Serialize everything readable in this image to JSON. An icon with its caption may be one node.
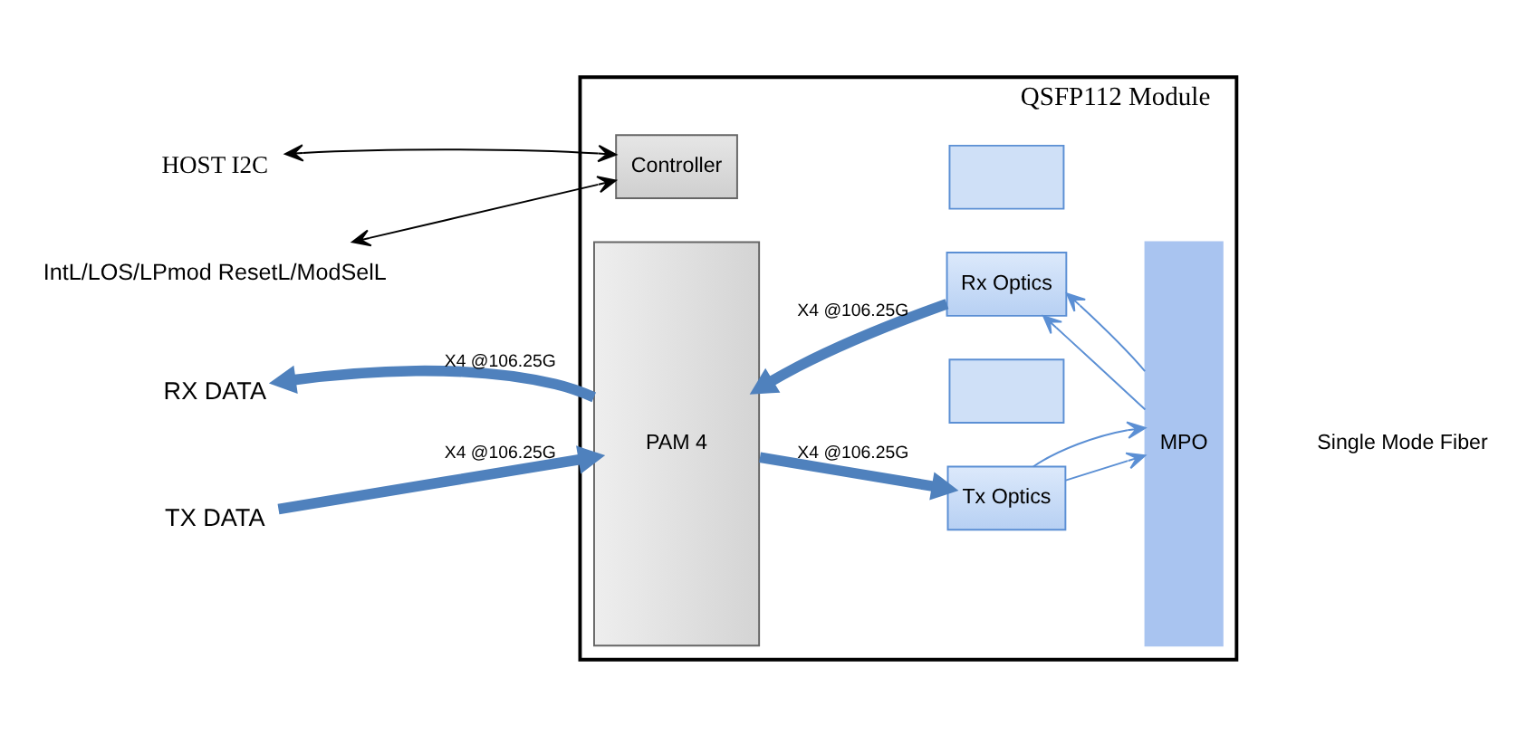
{
  "diagram": {
    "nodes": [
      {
        "text": [
          "QSFP112 Module"
        ]
      },
      {
        "text": [
          "HOST I2C"
        ]
      },
      {
        "text": [
          "IntL/LOS/LPmod ResetL/ModSelL"
        ]
      },
      {
        "text": [
          "Controller"
        ],
        "in": 0
      },
      {
        "text": [
          "PAM 4"
        ],
        "in": 0
      },
      {
        "text": [],
        "shape": "box",
        "in": 0
      },
      {
        "text": [
          "Rx Optics"
        ],
        "in": 0
      },
      {
        "text": [],
        "shape": "box",
        "in": 0
      },
      {
        "text": [
          "Tx Optics"
        ],
        "in": 0
      },
      {
        "text": [
          "MPO"
        ],
        "in": 0
      },
      {
        "text": [
          "RX DATA"
        ]
      },
      {
        "text": [
          "TX DATA"
        ]
      }
    ],
    "edges": [
      {
        "from": 1,
        "to": 3,
        "arrow": "both",
        "color": "#000000"
      },
      {
        "from": 2,
        "to": 3,
        "arrow": "both",
        "color": "#000000"
      },
      {
        "from": 4,
        "to": 10,
        "arrow": "to",
        "label": "X4 @106.25G",
        "style": "thick",
        "color": "#4f81bd"
      },
      {
        "from": 6,
        "to": 4,
        "arrow": "to",
        "label": "X4 @106.25G",
        "style": "thick",
        "color": "#4f81bd"
      },
      {
        "from": 11,
        "to": 4,
        "arrow": "to",
        "label": "X4 @106.25G",
        "style": "thick",
        "color": "#4f81bd"
      },
      {
        "from": 4,
        "to": 8,
        "arrow": "to",
        "label": "X4 @106.25G",
        "style": "thick",
        "color": "#4f81bd"
      },
      {
        "from": 9,
        "to": 6,
        "arrow": "to",
        "color": "#5b8fd4"
      },
      {
        "from": 9,
        "to": 6,
        "arrow": "to",
        "color": "#5b8fd4"
      },
      {
        "from": 8,
        "to": 9,
        "arrow": "to",
        "color": "#5b8fd4"
      },
      {
        "from": 8,
        "to": 9,
        "arrow": "to",
        "color": "#5b8fd4"
      }
    ],
    "labels": [
      "Single Mode Fiber"
    ]
  }
}
